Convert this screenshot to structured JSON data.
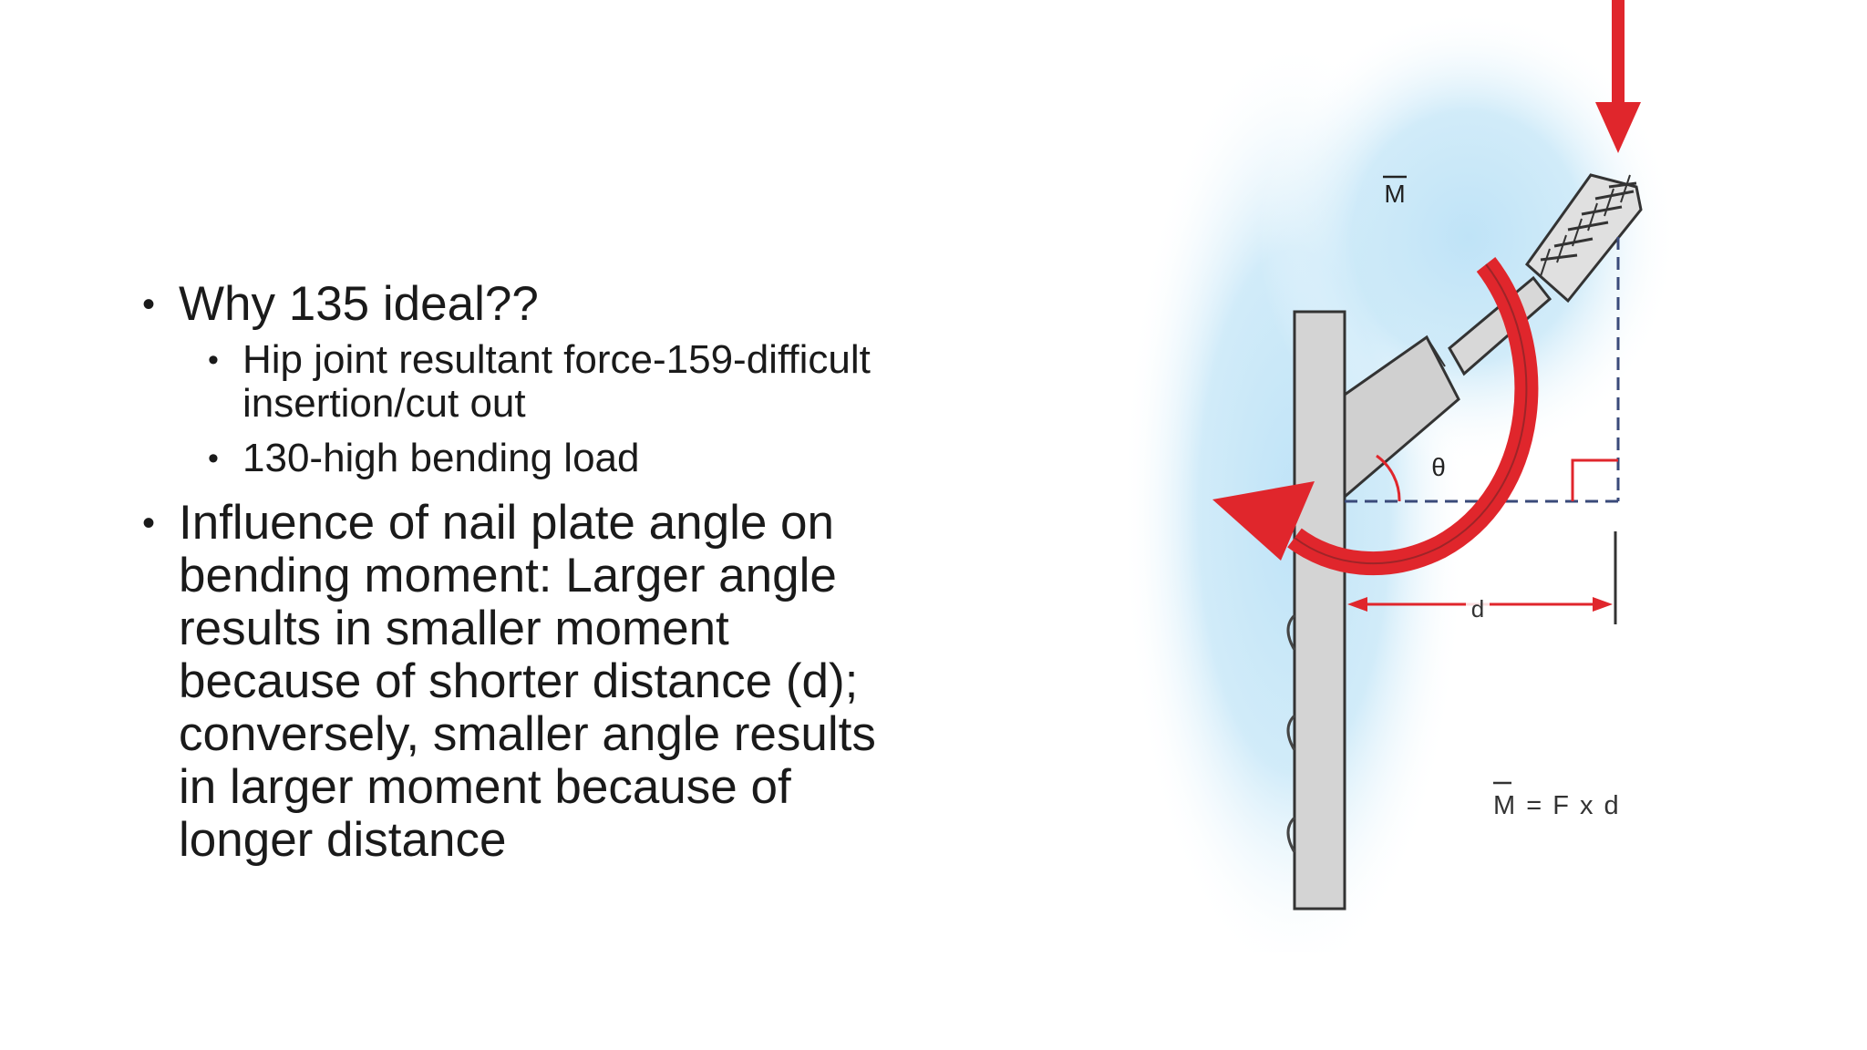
{
  "bullets": [
    {
      "text": "Why 135 ideal??",
      "sub": [
        "Hip joint resultant force-159-difficult insertion/cut out",
        "130-high bending load"
      ]
    },
    {
      "text": "Influence of nail plate angle on bending moment: Larger angle results in smaller moment because of shorter distance (d); conversely, smaller angle results in larger moment because of longer distance",
      "sub": []
    }
  ],
  "diagram": {
    "moment_label": "M",
    "angle_label": "θ",
    "distance_label": "d",
    "formula_label": "M = F x d",
    "colors": {
      "arrow_red": "#e0262c",
      "halo_blue": "#bfe3f7",
      "plate_gray": "#d4d4d4",
      "dash_blue": "#3a4a7a"
    }
  }
}
